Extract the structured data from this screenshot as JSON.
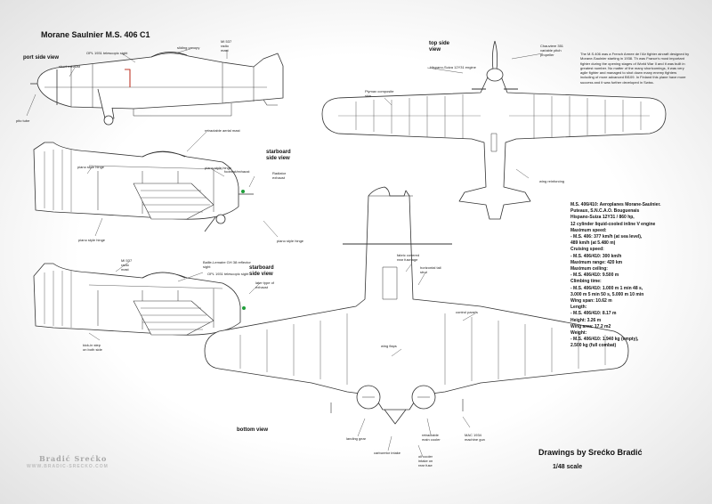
{
  "title": "Morane Saulnier M.S. 406 C1",
  "views": {
    "port_side": "port side view",
    "starboard_1": "starboard side view",
    "starboard_2": "starboard side view",
    "top": "top side view",
    "bottom": "bottom view"
  },
  "callouts": {
    "opl_sight": "OPL 1931 telescopic sight",
    "sliding_canopy": "sliding canopy",
    "mi537_radio_1": "MI 537 radio mast",
    "short_exhaust": "short exhaust",
    "pito_tube": "pito tube",
    "retractable_aerial": "retractable aerial mast",
    "piano_hinge_1": "piano style hinge",
    "piano_hinge_2": "piano style hinge",
    "piano_hinge_3": "piano style hinge",
    "piano_hinge_4": "piano style hinge",
    "footrest": "footrest/exhaust",
    "radiator_exhaust": "Radiator exhaust",
    "mi537_radio_2": "MI 537 radio mast",
    "baille_sight": "Baille-Lemaire GH 38 reflector sight",
    "opl_sight_2": "OPL 1931 telescopic sight",
    "later_exhaust": "later type of exhaust",
    "kick_in_step": "kick-in step on both side",
    "chauviere": "Chauviere 351 variable pitch propeller",
    "hispano_engine": "Hispano-Suiza 12Y31 engine",
    "plymax": "Plymax composite skin",
    "wing_reinforcing": "wing reinforcing",
    "fabric_covered": "fabric covered rear fuselage",
    "horizontal_tail": "horizontal tail strut",
    "control_panels": "control panels",
    "wing_flaps": "wing flaps",
    "landing_gear": "landing gear",
    "retractable_cooler": "retractable main cooler",
    "mac_gun": "MAC 1934 machine gun",
    "carburetor": "carburetor intake",
    "oil_cooler": "oil cooler intake on rear fuse"
  },
  "intro_text": "The M.S.406 was a French Armee de l'Air fighter aircraft designed by Morane-Saulnier starting in 1938. Th was France's most important fighter during the opening stages of World War II and it was built in greatest number. No matter of the many shortcomings, it was very agile fighter and managed to shot down many enemy fighters including of more advanced Bf109. In Finland this plane have more success and it was further developed in Swiss.",
  "specs": [
    "M.S. 406/410: Aeroplanes Morane-Saulnier.",
    "Puteaux, S.N.C.A.O. Bouguenais",
    "Hispano-Suiza 12Y31 / 860 hp,",
    "12 cylinder liquid-cooled inline V engine",
    "Maximum speed:",
    "- M.S. 406: 377 km/h (at sea level),",
    "489 km/h (at 5.480 m)",
    "Cruising speed:",
    "- M.S. 406/410: 300 km/h",
    "Maximum range: 420 km",
    "Maximum ceiling:",
    "- M.S. 406/410: 9.500 m",
    "Climbing time:",
    "- M.S. 406/410: 1.000 m 1 min 48 s,",
    "3.000 m 5 min 50 s, 5.000 m 10 min",
    "Wing span: 10.62 m",
    "Length:",
    "- M.S. 406/410: 8.17 m",
    "Height: 3.26 m",
    "Wing area: 17.2 m2",
    "Weight:",
    "- M.S. 406/410: 1.940 kg (empty),",
    "2.500 kg (full combat)"
  ],
  "credit": "Drawings by Srećko Bradić",
  "scale": "1/48 scale",
  "logo": {
    "line1": "Bradić Srećko",
    "line2": "WWW.BRADIC-SRECKO.COM"
  },
  "colors": {
    "line": "#333333",
    "green_marker": "#1f9e3a",
    "red_marker": "#c0392b"
  }
}
